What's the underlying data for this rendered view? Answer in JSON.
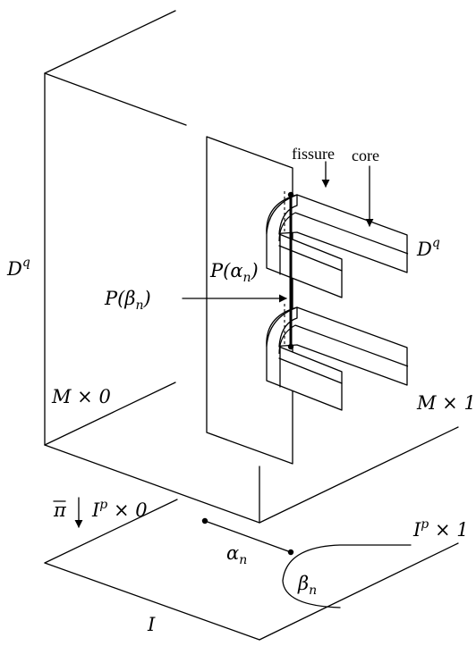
{
  "labels": {
    "fissure": "fissure",
    "core": "core",
    "d_q_left": "D",
    "d_q_left_sup": "q",
    "d_q_right": "D",
    "d_q_right_sup": "q",
    "p_alpha": "P(α",
    "p_alpha_sub": "n",
    "p_alpha_close": ")",
    "p_beta": "P(β",
    "p_beta_sub": "n",
    "p_beta_close": ")",
    "m_times_0": "M × 0",
    "m_times_1": "M × 1",
    "pi_bar": "π",
    "i_p_times_0": "I",
    "i_p_times_0_sup": "p",
    "i_p_times_0_rest": " × 0",
    "i_p_times_1": "I",
    "i_p_times_1_sup": "p",
    "i_p_times_1_rest": " × 1",
    "alpha_n": "α",
    "alpha_n_sub": "n",
    "beta_n": "β",
    "beta_n_sub": "n",
    "i_label": "I"
  }
}
